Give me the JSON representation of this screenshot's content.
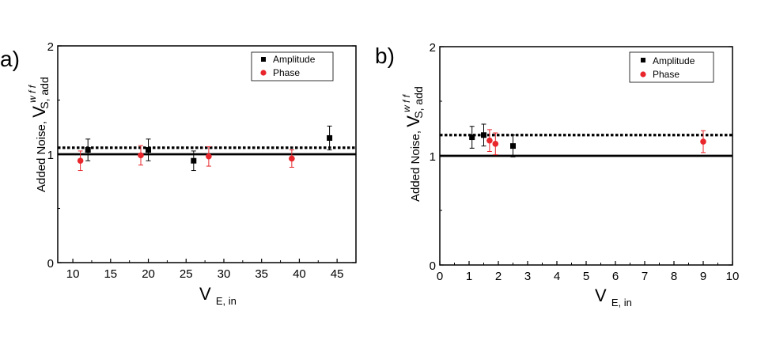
{
  "panel_labels": [
    "a)",
    "b)"
  ],
  "chart_data": [
    {
      "type": "scatter",
      "panel": "a)",
      "ylabel_main": "Added Noise, ",
      "ylabel_sym": "V",
      "ylabel_sup": "w f f",
      "ylabel_sub": "S, add",
      "xlabel_main": "V",
      "xlabel_sub": "E, in",
      "xlim": [
        8,
        47.5
      ],
      "ylim": [
        0,
        2
      ],
      "xticks": [
        10,
        15,
        20,
        25,
        30,
        35,
        40,
        45
      ],
      "yticks": [
        0,
        1,
        2
      ],
      "legend_position": "top-right",
      "series": [
        {
          "name": "Amplitude",
          "marker": "square",
          "color": "#000000",
          "x": [
            12,
            20,
            26,
            44
          ],
          "y": [
            1.04,
            1.04,
            0.94,
            1.15
          ],
          "err": [
            0.1,
            0.1,
            0.09,
            0.11
          ]
        },
        {
          "name": "Phase",
          "marker": "circle",
          "color": "#e8262b",
          "x": [
            11,
            19,
            28,
            39
          ],
          "y": [
            0.94,
            0.99,
            0.98,
            0.96
          ],
          "err": [
            0.09,
            0.09,
            0.09,
            0.08
          ]
        }
      ],
      "reference_lines": [
        {
          "style": "solid",
          "y": 1.0
        },
        {
          "style": "dotted",
          "y": 1.06
        }
      ]
    },
    {
      "type": "scatter",
      "panel": "b)",
      "ylabel_main": "Added Noise, ",
      "ylabel_sym": "V",
      "ylabel_sup": "w f f",
      "ylabel_sub": "S, add",
      "xlabel_main": "V",
      "xlabel_sub": "E, in",
      "xlim": [
        0,
        10
      ],
      "ylim": [
        0,
        2
      ],
      "xticks": [
        0,
        1,
        2,
        3,
        4,
        5,
        6,
        7,
        8,
        9,
        10
      ],
      "yticks": [
        0,
        1,
        2
      ],
      "legend_position": "top-right",
      "series": [
        {
          "name": "Amplitude",
          "marker": "square",
          "color": "#000000",
          "x": [
            1.1,
            1.5,
            2.5
          ],
          "y": [
            1.17,
            1.19,
            1.09
          ],
          "err": [
            0.1,
            0.1,
            0.1
          ]
        },
        {
          "name": "Phase",
          "marker": "circle",
          "color": "#e8262b",
          "x": [
            1.7,
            1.9,
            9
          ],
          "y": [
            1.14,
            1.11,
            1.13
          ],
          "err": [
            0.1,
            0.1,
            0.1
          ]
        }
      ],
      "reference_lines": [
        {
          "style": "solid",
          "y": 1.0
        },
        {
          "style": "dotted",
          "y": 1.19
        }
      ]
    }
  ]
}
